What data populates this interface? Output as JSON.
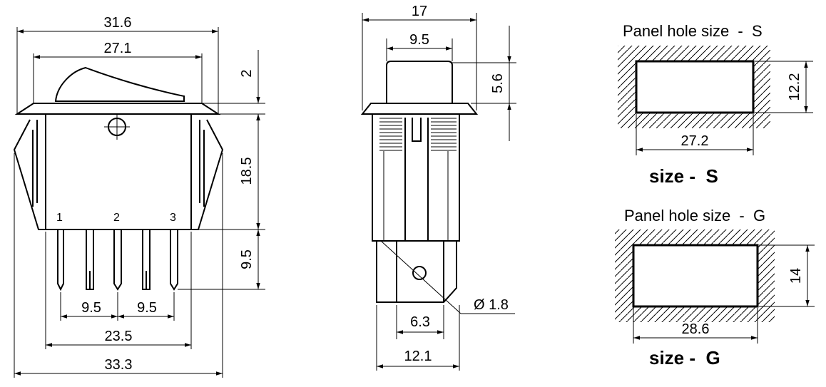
{
  "front_view": {
    "dims": {
      "overall_top_width": "31.6",
      "actuator_width": "27.1",
      "flange_height": "2",
      "body_height": "18.5",
      "terminal_length": "9.5",
      "pitch_left": "9.5",
      "pitch_right": "9.5",
      "outer_terminal_span": "23.5",
      "overall_width": "33.3"
    },
    "pins": [
      "1",
      "2",
      "3"
    ]
  },
  "side_view": {
    "dims": {
      "overall_width": "17",
      "actuator_width": "9.5",
      "actuator_height": "5.6",
      "terminal_width": "6.3",
      "base_width": "12.1",
      "hole_diameter": "Ø 1.8"
    }
  },
  "panel_s": {
    "title": "Panel hole size  -  S",
    "height": "12.2",
    "width": "27.2",
    "label": "size -  S"
  },
  "panel_g": {
    "title": "Panel hole size  -  G",
    "height": "14",
    "width": "28.6",
    "label": "size -  G"
  }
}
